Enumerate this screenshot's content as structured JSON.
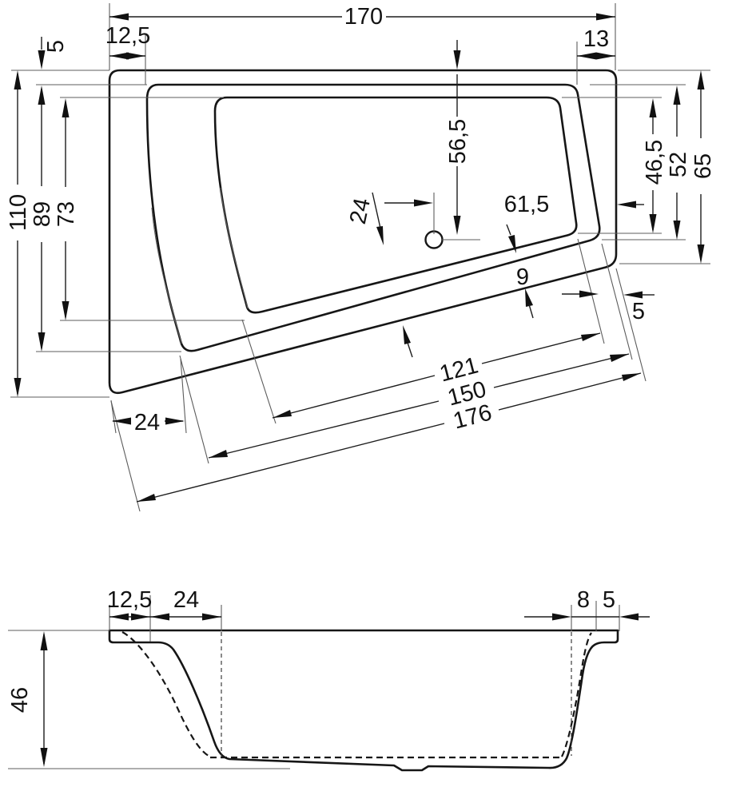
{
  "top_view": {
    "total_width": "170",
    "rim_left_width": "12,5",
    "rim_right_width": "13",
    "rim_top_width": "5",
    "total_depth": "110",
    "opening_depth": "89",
    "floor_depth": "73",
    "drain_from_top_edge": "56,5",
    "drain_from_right_edge": "61,5",
    "drain_to_bottom_edge": "24",
    "floor_right_depth": "46,5",
    "opening_right_depth": "52",
    "right_edge_depth": "65",
    "rim_bottom_width": "9",
    "rim_bottom_right_width": "5",
    "bottom_left_offset": "24",
    "floor_bottom_length": "121",
    "opening_bottom_length": "150",
    "outer_bottom_length": "176"
  },
  "side_view": {
    "rim_left_width": "12,5",
    "slope_left_width": "24",
    "slope_right_width": "8",
    "rim_right_width": "5",
    "depth": "46"
  }
}
